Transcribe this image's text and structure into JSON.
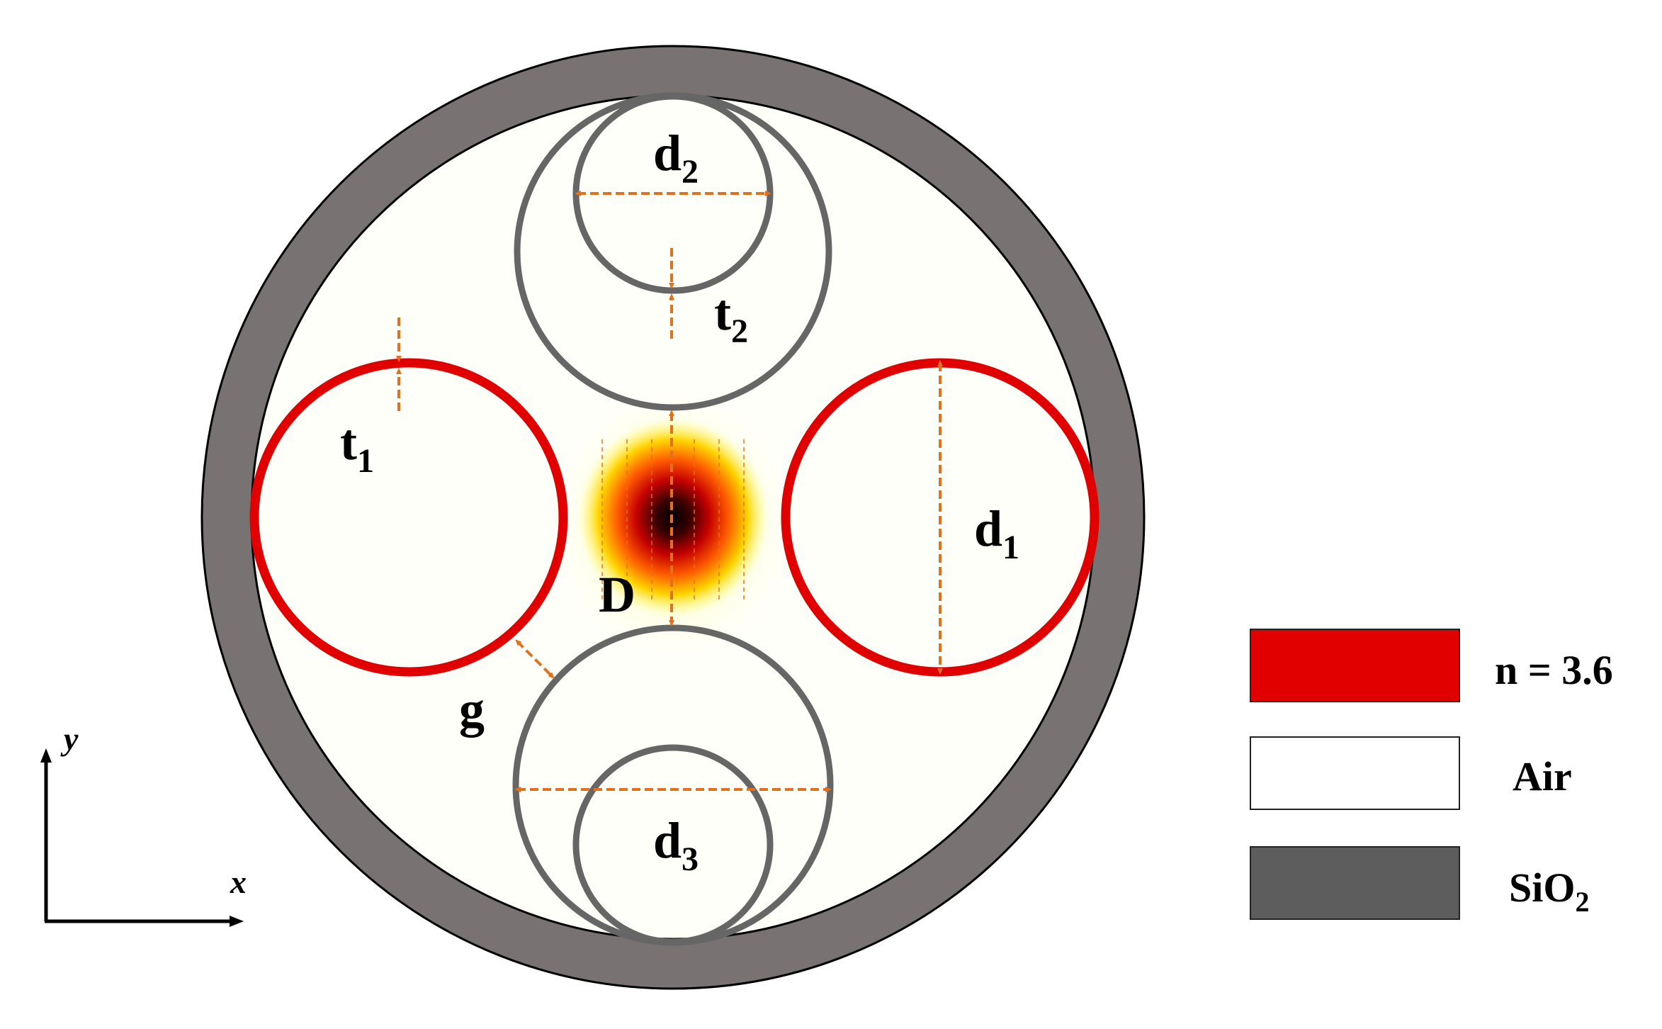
{
  "labels": {
    "d1": {
      "main": "d",
      "sub": "1"
    },
    "d2": {
      "main": "d",
      "sub": "2"
    },
    "d3": {
      "main": "d",
      "sub": "3"
    },
    "t1": {
      "main": "t",
      "sub": "1"
    },
    "t2": {
      "main": "t",
      "sub": "2"
    },
    "D": "D",
    "g": "g"
  },
  "axes": {
    "x": "x",
    "y": "y"
  },
  "legend": [
    {
      "key": "n",
      "label": "n = 3.6",
      "color": "#e00000"
    },
    {
      "key": "air",
      "label": "Air",
      "color": "#ffffff"
    },
    {
      "key": "sio2",
      "main": "SiO",
      "sub": "2",
      "color": "#5d5d5d"
    }
  ],
  "colors": {
    "cladding": "#787272",
    "high_index_ring": "#e00000",
    "silica_ring": "#666666",
    "dimension_arrow": "#e2711d",
    "air_core": "#fffffa"
  }
}
